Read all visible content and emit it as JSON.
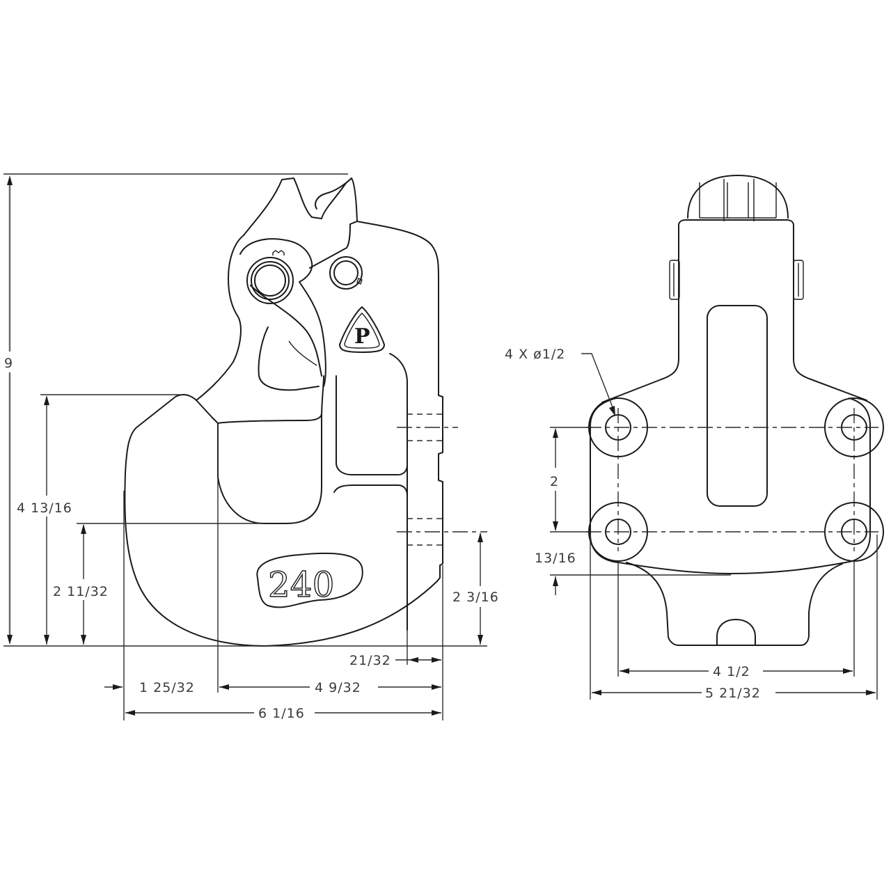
{
  "drawing": {
    "subject": "Pintle hook technical drawing",
    "views": [
      "side-view",
      "rear-view"
    ],
    "part_number_stamp": "240",
    "logo_letter": "P",
    "line_color": "#1a1a1a",
    "background": "#ffffff"
  },
  "side_view": {
    "dimensions": {
      "overall_height": "9",
      "hook_height": "4 13/16",
      "throat_height": "2 11/32",
      "mount_hole_height": "2 3/16",
      "flange_thickness": "21/32",
      "hook_tip_offset": "1 25/32",
      "hook_to_mount": "4 9/32",
      "overall_length": "6 1/16"
    }
  },
  "rear_view": {
    "dimensions": {
      "hole_callout": "4 X ø1/2",
      "vertical_hole_spacing": "2",
      "bottom_offset": "13/16",
      "horizontal_hole_spacing": "4 1/2",
      "overall_width": "5 21/32"
    }
  }
}
